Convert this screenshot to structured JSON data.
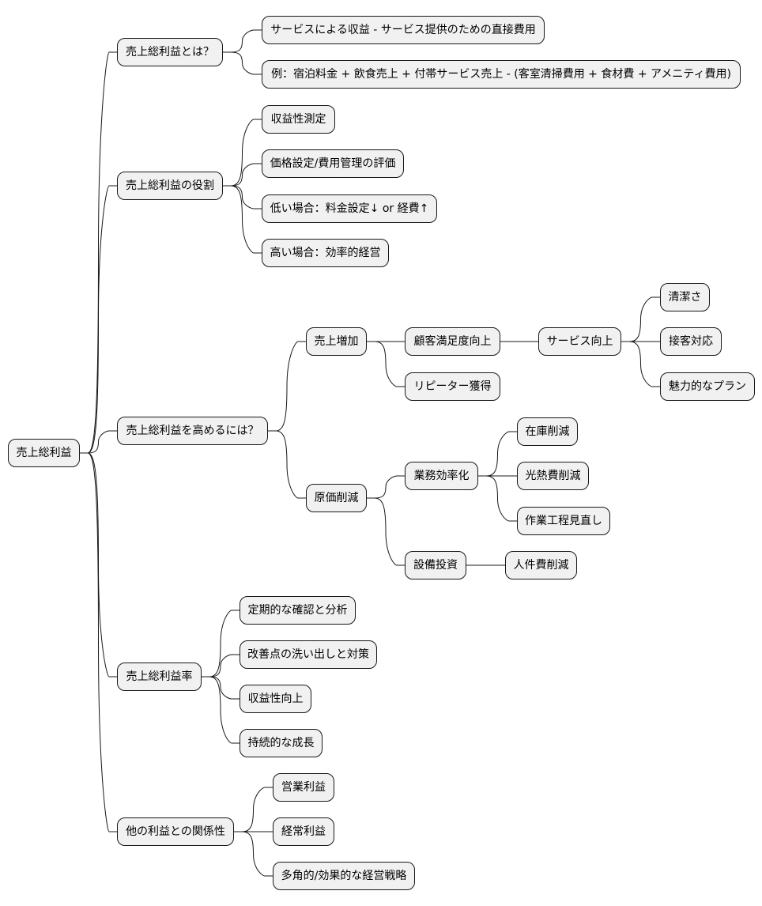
{
  "nodes": {
    "root": "売上総利益",
    "b1": "売上総利益とは？",
    "b1_1": "サービスによる収益 - サービス提供のための直接費用",
    "b1_2": "例：宿泊料金 + 飲食売上 + 付帯サービス売上 - (客室清掃費用 + 食材費 + アメニティ費用)",
    "b2": "売上総利益の役割",
    "b2_1": "収益性測定",
    "b2_2": "価格設定/費用管理の評価",
    "b2_3": "低い場合：料金設定↓ or 経費↑",
    "b2_4": "高い場合：効率的経営",
    "b3": "売上総利益を高めるには？",
    "b3_1": "売上増加",
    "b3_1_1": "顧客満足度向上",
    "b3_1_1_1": "サービス向上",
    "b3_1_1_1_1": "清潔さ",
    "b3_1_1_1_2": "接客対応",
    "b3_1_1_1_3": "魅力的なプラン",
    "b3_1_2": "リピーター獲得",
    "b3_2": "原価削減",
    "b3_2_1": "業務効率化",
    "b3_2_1_1": "在庫削減",
    "b3_2_1_2": "光熱費削減",
    "b3_2_1_3": "作業工程見直し",
    "b3_2_2": "設備投資",
    "b3_2_2_1": "人件費削減",
    "b4": "売上総利益率",
    "b4_1": "定期的な確認と分析",
    "b4_2": "改善点の洗い出しと対策",
    "b4_3": "収益性向上",
    "b4_4": "持続的な成長",
    "b5": "他の利益との関係性",
    "b5_1": "営業利益",
    "b5_2": "経常利益",
    "b5_3": "多角的/効果的な経営戦略"
  }
}
